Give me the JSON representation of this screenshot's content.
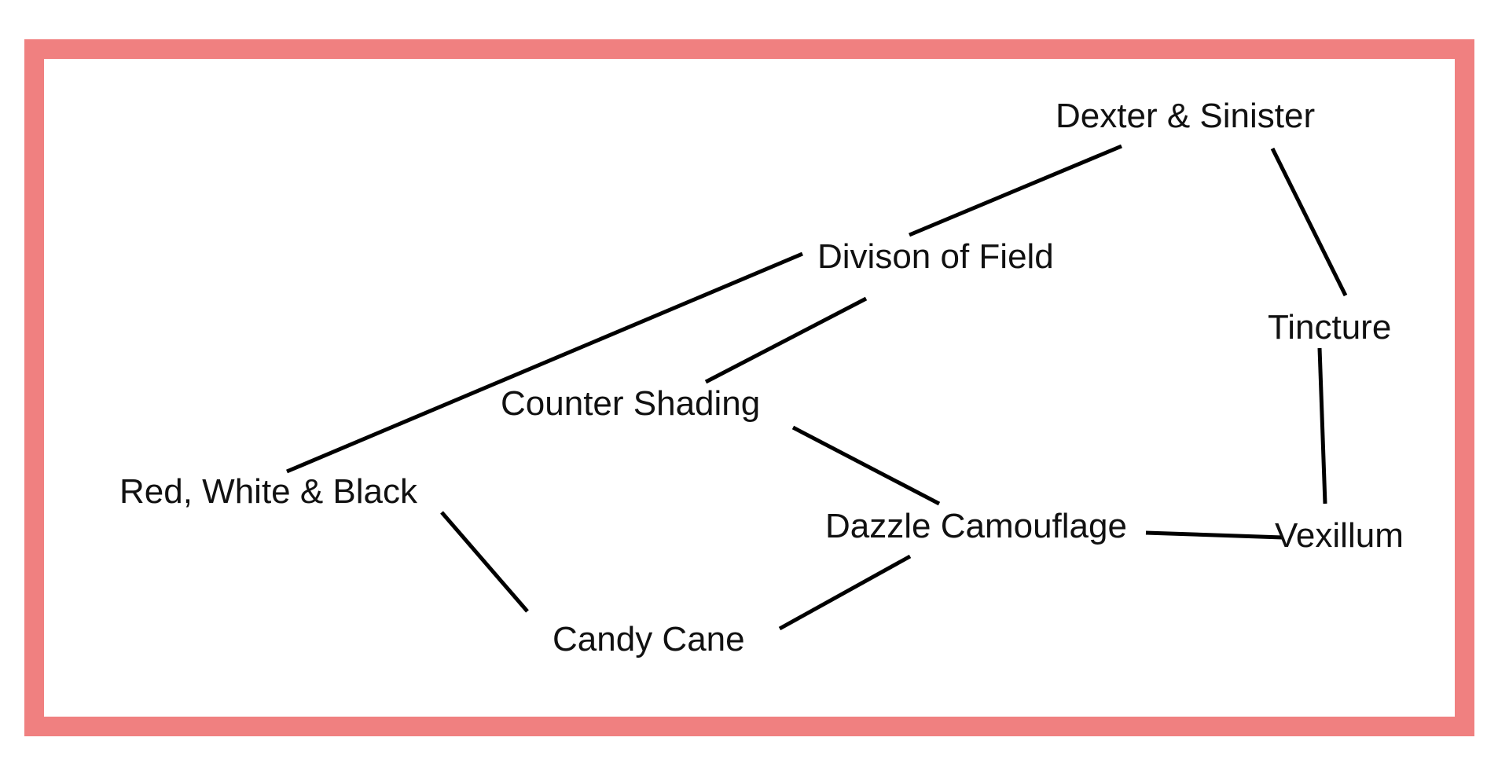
{
  "diagram": {
    "frame_color": "#f08080",
    "edge_color": "#000000",
    "nodes": [
      {
        "id": "dexter",
        "label": "Dexter & Sinister"
      },
      {
        "id": "division",
        "label": "Divison of Field"
      },
      {
        "id": "tincture",
        "label": "Tincture"
      },
      {
        "id": "counter",
        "label": "Counter Shading"
      },
      {
        "id": "rwb",
        "label": "Red, White & Black"
      },
      {
        "id": "dazzle",
        "label": "Dazzle Camouflage"
      },
      {
        "id": "vexillum",
        "label": "Vexillum"
      },
      {
        "id": "candy",
        "label": "Candy Cane"
      }
    ],
    "edges": [
      {
        "from": "dexter",
        "to": "division"
      },
      {
        "from": "dexter",
        "to": "tincture"
      },
      {
        "from": "division",
        "to": "rwb"
      },
      {
        "from": "division",
        "to": "counter"
      },
      {
        "from": "counter",
        "to": "dazzle"
      },
      {
        "from": "tincture",
        "to": "vexillum"
      },
      {
        "from": "dazzle",
        "to": "vexillum"
      },
      {
        "from": "rwb",
        "to": "candy"
      },
      {
        "from": "dazzle",
        "to": "candy"
      }
    ]
  }
}
